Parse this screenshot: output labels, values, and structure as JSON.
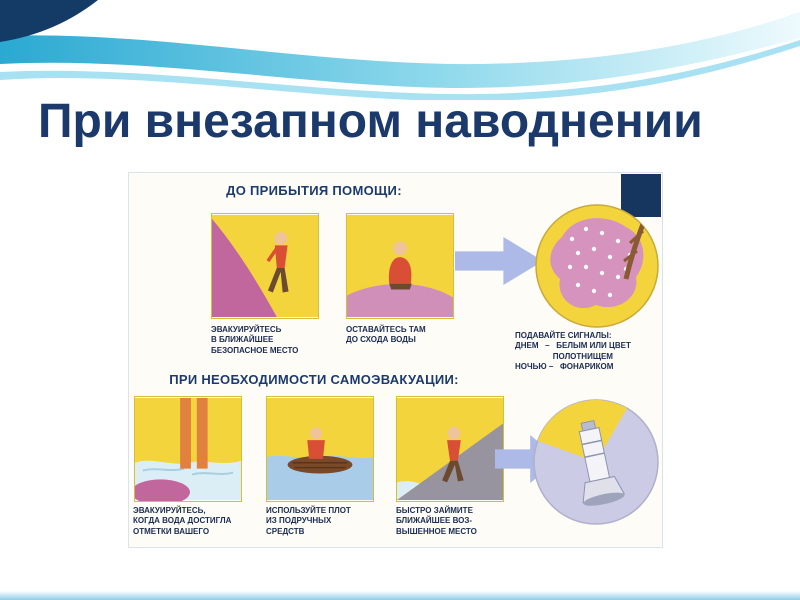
{
  "slide": {
    "title": "При внезапном наводнении"
  },
  "poster": {
    "section_before_help": {
      "heading": "ДО ПРИБЫТИЯ ПОМОЩИ:",
      "steps": [
        {
          "icon": "walking-person",
          "caption": "ЭВАКУИРУЙТЕСЬ\nВ БЛИЖАЙШЕЕ\nБЕЗОПАСНОЕ МЕСТО"
        },
        {
          "icon": "sitting-person-waiting",
          "caption": "ОСТАВАЙТЕСЬ ТАМ\nДО СХОДА ВОДЫ"
        }
      ],
      "result": {
        "icon": "signal-cloth-on-branch",
        "caption": "ПОДАВАЙТЕ СИГНАЛЫ:\nДНЕМ   –   БЕЛЫМ ИЛИ ЦВЕТ\n                 ПОЛОТНИЩЕМ\nНОЧЬЮ –   ФОНАРИКОМ"
      }
    },
    "section_self_evacuation": {
      "heading": "ПРИ НЕОБХОДИМОСТИ САМОЭВАКУАЦИИ:",
      "steps": [
        {
          "icon": "water-reaching-legs",
          "caption": "ЭВАКУИРУЙТЕСЬ,\nКОГДА ВОДА ДОСТИГЛА\nОТМЕТКИ ВАШЕГО"
        },
        {
          "icon": "person-on-raft",
          "caption": "ИСПОЛЬЗУЙТЕ ПЛОТ\nИЗ ПОДРУЧНЫХ\nСРЕДСТВ"
        },
        {
          "icon": "person-climbing-high-ground",
          "caption": "БЫСТРО ЗАЙМИТЕ\nБЛИЖАЙШЕЕ ВОЗ-\nВЫШЕННОЕ МЕСТО"
        }
      ],
      "result": {
        "icon": "flashlight"
      }
    }
  },
  "colors": {
    "title_navy": "#1b3a6b",
    "wave_teal": "#2aa9d2",
    "panel_yellow": "#f4d43c",
    "pink": "#c2669e",
    "arrow_lavender": "#adb9e6",
    "corner_navy": "#16355f"
  }
}
